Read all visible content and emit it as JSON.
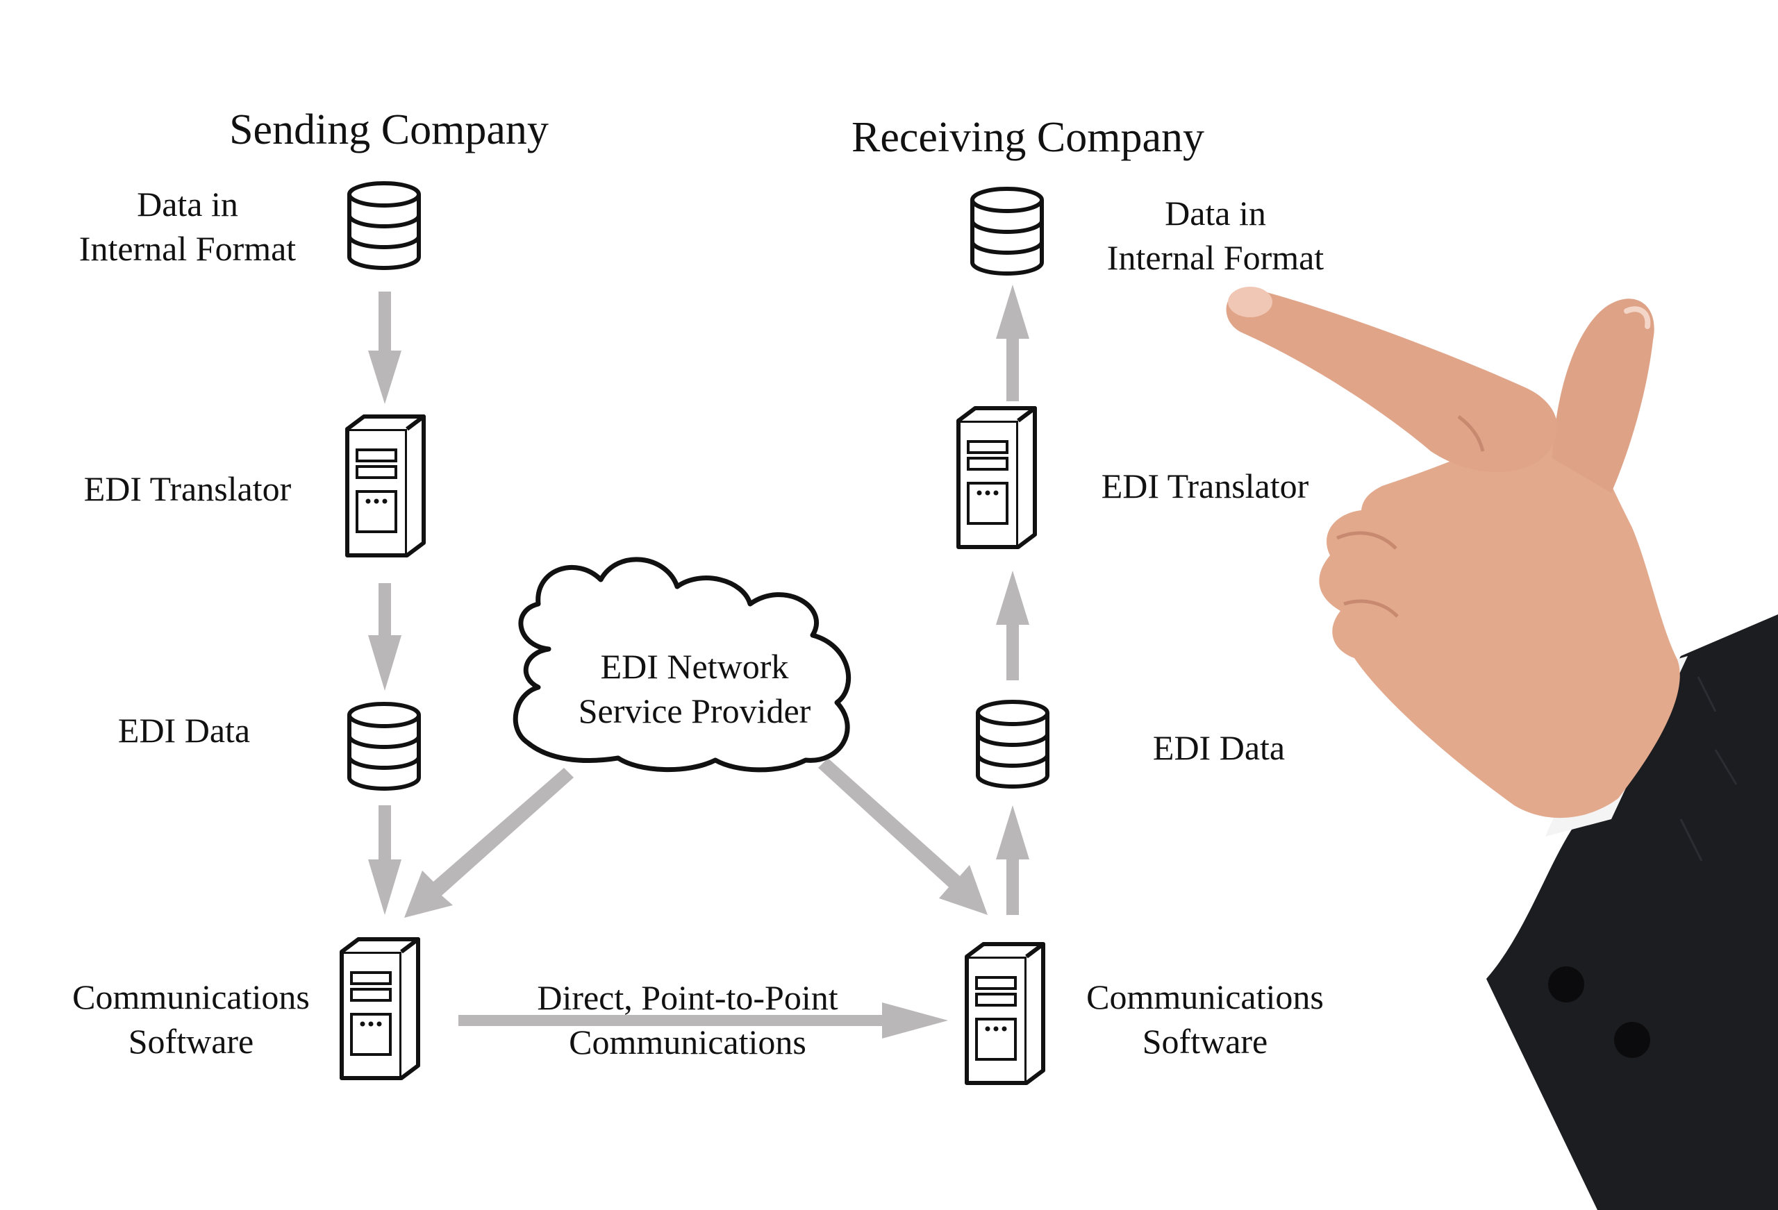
{
  "sending": {
    "title": "Sending Company",
    "data_internal": [
      "Data in",
      "Internal Format"
    ],
    "translator": "EDI Translator",
    "edi_data": "EDI Data",
    "comm": [
      "Communications",
      "Software"
    ]
  },
  "receiving": {
    "title": "Receiving Company",
    "data_internal": [
      "Data in",
      "Internal Format"
    ],
    "translator": "EDI Translator",
    "edi_data": "EDI Data",
    "comm": [
      "Communications",
      "Software"
    ]
  },
  "network": [
    "EDI Network",
    "Service Provider"
  ],
  "direct": [
    "Direct, Point-to-Point",
    "Communications"
  ],
  "icons": {
    "database": "database-icon",
    "server": "server-tower-icon",
    "cloud": "cloud-icon",
    "hand": "pointing-hand-icon"
  },
  "colors": {
    "arrow": "#b9b7b8",
    "ink": "#111111",
    "skin": "#e2a98d",
    "sleeve": "#1c1d21"
  }
}
